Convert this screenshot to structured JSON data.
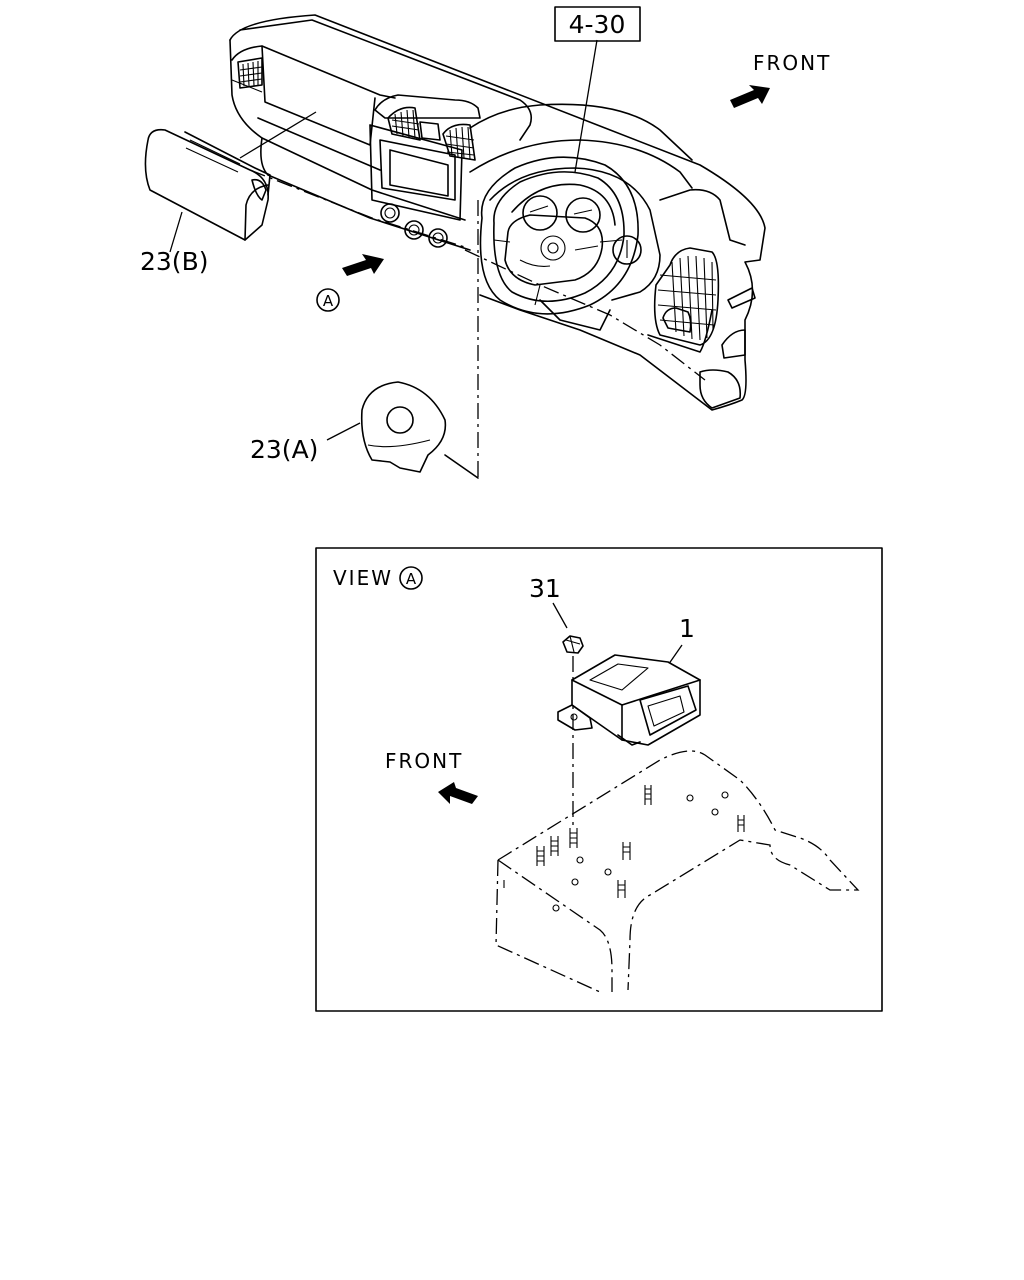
{
  "callouts": {
    "ref_box": "4-30",
    "front_top": "FRONT",
    "passenger_airbag": "23(B)",
    "driver_airbag": "23(A)",
    "view_marker": "A",
    "view_title": "VIEW",
    "view_title_marker": "A",
    "nut": "31",
    "module": "1",
    "front_view": "FRONT"
  },
  "icons": [
    "front-arrow-icon",
    "view-arrow-icon",
    "circled-a-icon"
  ]
}
